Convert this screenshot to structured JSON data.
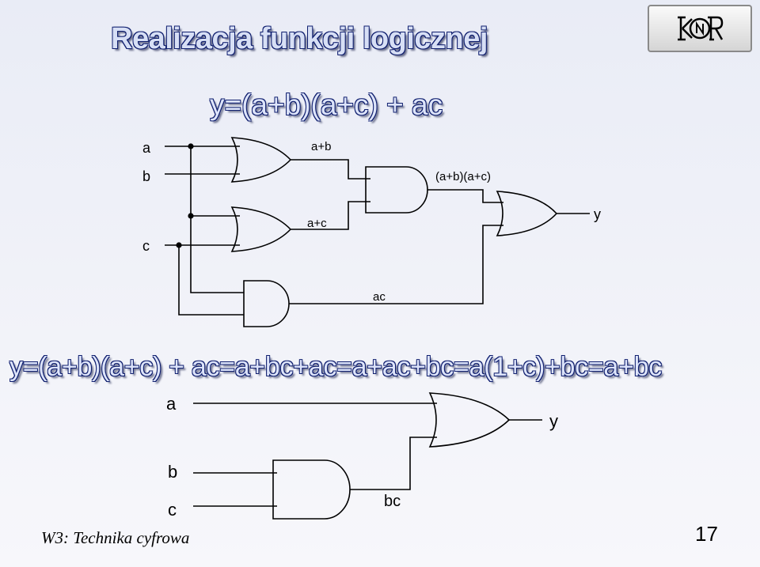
{
  "slide": {
    "title": "Realizacja funkcji logicznej",
    "formula_top": "y=(a+b)(a+c) + ac",
    "formula_chain": "y=(a+b)(a+c) + ac=a+bc+ac=a+ac+bc=a(1+c)+bc=a+bc",
    "footer": "W3: Technika cyfrowa",
    "page_number": "17",
    "logo_icon": "kcr-logo-icon"
  },
  "circuit1": {
    "inputs": [
      "a",
      "b",
      "c"
    ],
    "gates": [
      {
        "type": "OR",
        "output_label": "a+b"
      },
      {
        "type": "OR",
        "output_label": "a+c"
      },
      {
        "type": "AND",
        "output_label": "(a+b)(a+c)"
      },
      {
        "type": "AND",
        "output_label": "ac"
      },
      {
        "type": "OR",
        "output_label": "y"
      }
    ]
  },
  "circuit2": {
    "inputs": [
      "a",
      "b",
      "c"
    ],
    "gates": [
      {
        "type": "AND",
        "output_label": "bc"
      },
      {
        "type": "OR",
        "output_label": "y"
      }
    ]
  }
}
